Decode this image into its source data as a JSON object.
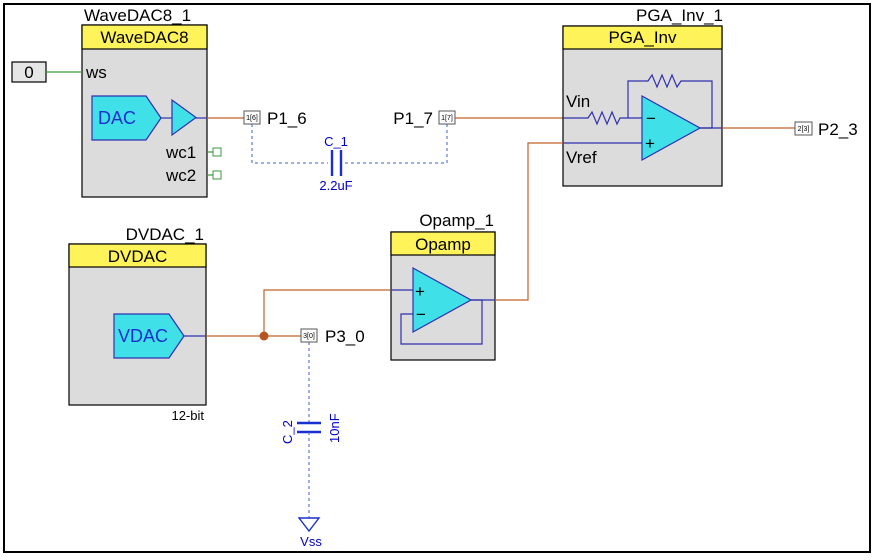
{
  "components": {
    "wavedac": {
      "instance": "WaveDAC8_1",
      "header": "WaveDAC8",
      "pin_ws": "ws",
      "pin_wc1": "wc1",
      "pin_wc2": "wc2",
      "block_label": "DAC"
    },
    "pga": {
      "instance": "PGA_Inv_1",
      "header": "PGA_Inv",
      "pin_vin": "Vin",
      "pin_vref": "Vref",
      "minus": "−",
      "plus": "+"
    },
    "dvdac": {
      "instance": "DVDAC_1",
      "header": "DVDAC",
      "block_label": "VDAC",
      "resolution": "12-bit"
    },
    "opamp": {
      "instance": "Opamp_1",
      "header": "Opamp",
      "plus": "+",
      "minus": "−"
    }
  },
  "constant": {
    "value": "0"
  },
  "ports": {
    "p1_6": {
      "name": "P1_6",
      "pin": "1[6]"
    },
    "p1_7": {
      "name": "P1_7",
      "pin": "1[7]"
    },
    "p2_3": {
      "name": "P2_3",
      "pin": "2[3]"
    },
    "p3_0": {
      "name": "P3_0",
      "pin": "3[0]"
    }
  },
  "capacitors": {
    "c1": {
      "name": "C_1",
      "value": "2.2uF"
    },
    "c2": {
      "name": "C_2",
      "value": "10nF"
    }
  },
  "ground": {
    "label": "Vss"
  },
  "colors": {
    "header_yellow": "#fff35a",
    "block_gray": "#dcdcdc",
    "amp_cyan": "#40e0e8",
    "wire_orange": "#c0622a",
    "net_blue": "#2f2fb0"
  }
}
